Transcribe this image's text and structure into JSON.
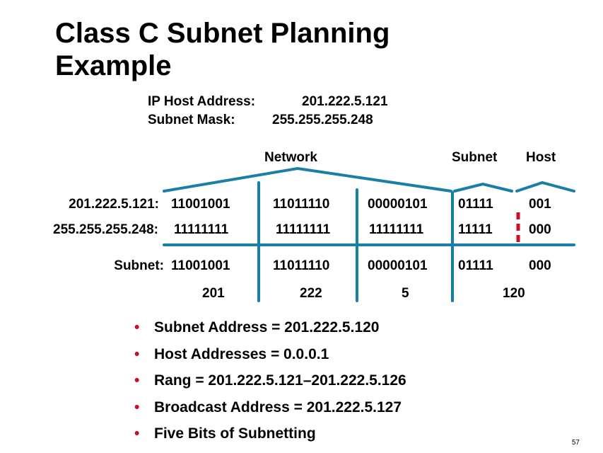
{
  "title_lines": [
    "Class C Subnet Planning",
    "Example"
  ],
  "ip_host_label": "IP Host Address:",
  "ip_host_value": "201.222.5.121",
  "mask_label": "Subnet Mask:",
  "mask_value": "255.255.255.248",
  "headers": {
    "network": "Network",
    "subnet": "Subnet",
    "host": "Host"
  },
  "rows": [
    {
      "label": "201.222.5.121:",
      "cells": [
        "11001001",
        "11011110",
        "00000101",
        "01111",
        "001"
      ]
    },
    {
      "label": "255.255.255.248:",
      "cells": [
        "11111111",
        "11111111",
        "11111111",
        "11111",
        "000"
      ]
    },
    {
      "label": "Subnet:",
      "cells": [
        "11001001",
        "11011110",
        "00000101",
        "01111",
        "000"
      ]
    }
  ],
  "decimals": [
    "201",
    "222",
    "5",
    "120"
  ],
  "bullets": [
    "Subnet Address = 201.222.5.120",
    "Host Addresses = 0.0.0.1",
    "Rang = 201.222.5.121–201.222.5.126",
    "Broadcast Address = 201.222.5.127",
    "Five Bits of Subnetting"
  ],
  "colors": {
    "line": "#1a7fa6",
    "accent": "#c8102e",
    "text": "#000000"
  },
  "page_number": "57"
}
